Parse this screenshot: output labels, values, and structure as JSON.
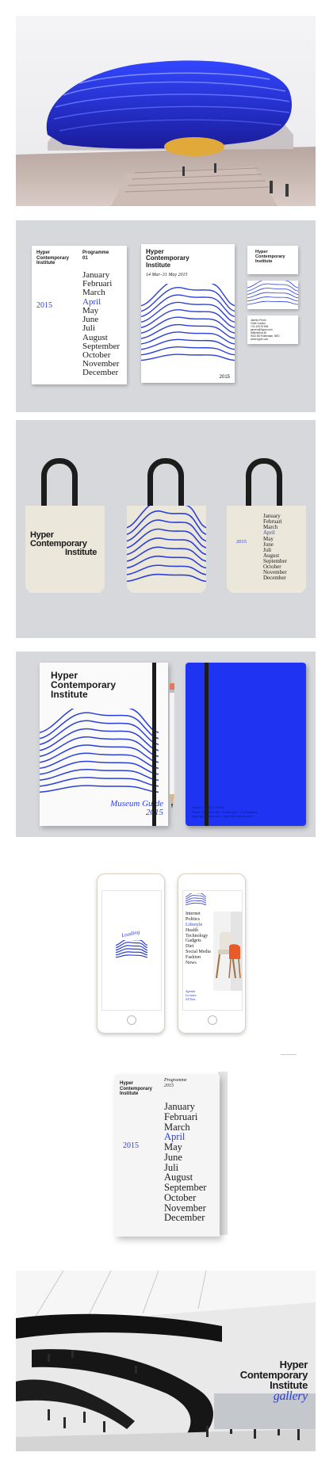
{
  "colors": {
    "accent": "#2b3fd9",
    "panel_bg": "#d7d8dc",
    "ink": "#1a1a1a"
  },
  "brand": {
    "line1": "Hyper",
    "line2": "Contemporary",
    "line3": "Institute",
    "bag_line2": "Contemporary"
  },
  "poster": {
    "programme_label": "Programme",
    "programme_number": "01",
    "year": "2015",
    "months": [
      "January",
      "Februari",
      "March",
      "April",
      "May",
      "June",
      "Juli",
      "August",
      "September",
      "October",
      "November",
      "December"
    ],
    "highlight_month": "April",
    "dates": "14 Mar–31 May 2015",
    "footer_year": "2015"
  },
  "business_card": {
    "name": "Janeen Pronk",
    "role": "Chief Curator",
    "phone": "+31 425 29 694",
    "email": "janeen@hyper.com",
    "street": "Wilhelmina 45",
    "city": "9022 BD Rotterdam, NED",
    "web": "www.hyper.com"
  },
  "notebook": {
    "cover_caption": "Museum Guide",
    "cover_year": "2015",
    "back_info_line1": "Phone +31 425 29 694",
    "back_info_line2": "Street 45 · 9022 BD · Rotterdam · Netherlands",
    "back_info_line3": "hyper@institute.com · hyper@institute.com"
  },
  "tablet": {
    "loading_text": "Loading",
    "menu": [
      "Internet",
      "Politics",
      "Lifestyle",
      "Health",
      "Technology",
      "Gadgets",
      "Diet",
      "Social Media",
      "Fashion",
      "News"
    ],
    "active_menu": "Lifestyle",
    "footer_items": [
      "Agenda",
      "Lectures",
      "All Year"
    ]
  },
  "book": {
    "programme_label": "Programme",
    "programme_year": "2015",
    "year": "2015"
  },
  "gallery": {
    "line1": "Hyper",
    "line2": "Contemporary",
    "line3": "Institute",
    "word": "gallery"
  }
}
